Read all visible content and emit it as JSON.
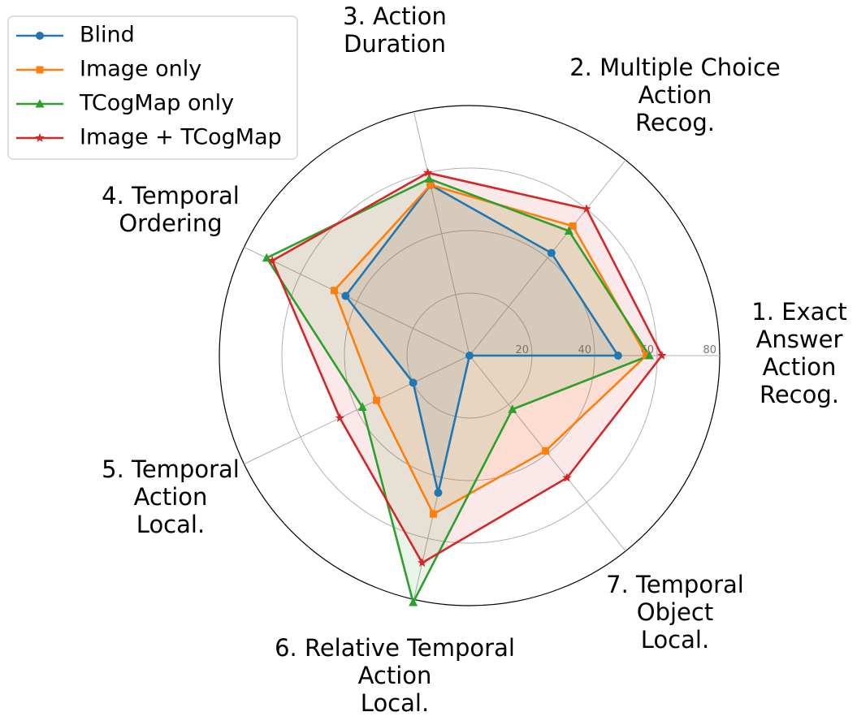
{
  "chart_data": {
    "type": "radar",
    "categories": [
      "1. Exact Answer Action Recog.",
      "2. Multiple Choice Action Recog.",
      "3. Action Duration",
      "4. Temporal Ordering",
      "5. Temporal Action Local.",
      "6. Relative Temporal Action Local.",
      "7. Temporal Object Local."
    ],
    "category_lines": [
      [
        "1. Exact",
        "Answer",
        "Action",
        "Recog."
      ],
      [
        "2. Multiple Choice",
        "Action",
        "Recog."
      ],
      [
        "3. Action",
        "Duration"
      ],
      [
        "4. Temporal",
        "Ordering"
      ],
      [
        "5. Temporal",
        "Action",
        "Local."
      ],
      [
        "6. Relative Temporal",
        "Action",
        "Local."
      ],
      [
        "7. Temporal",
        "Object",
        "Local."
      ]
    ],
    "rlim": [
      0,
      80
    ],
    "rticks": [
      20,
      40,
      60,
      80
    ],
    "tick_labels": [
      "20",
      "40",
      "60",
      "80"
    ],
    "grid": true,
    "legend_position": "top-left",
    "series": [
      {
        "name": "Blind",
        "marker": "circle",
        "color": "#1f77b4",
        "values": [
          47.5,
          42,
          56,
          44,
          20,
          45,
          0
        ]
      },
      {
        "name": "Image only",
        "marker": "square",
        "color": "#ff7f0e",
        "values": [
          56.5,
          53,
          56,
          48,
          33,
          52,
          39
        ]
      },
      {
        "name": "TCogMap only",
        "marker": "triangle",
        "color": "#2ca02c",
        "values": [
          57.5,
          51,
          58,
          72,
          38,
          81,
          22
        ]
      },
      {
        "name": "Image + TCogMap",
        "marker": "star",
        "color": "#d62728",
        "values": [
          61.5,
          60,
          60,
          70,
          46,
          68,
          50
        ]
      }
    ]
  }
}
